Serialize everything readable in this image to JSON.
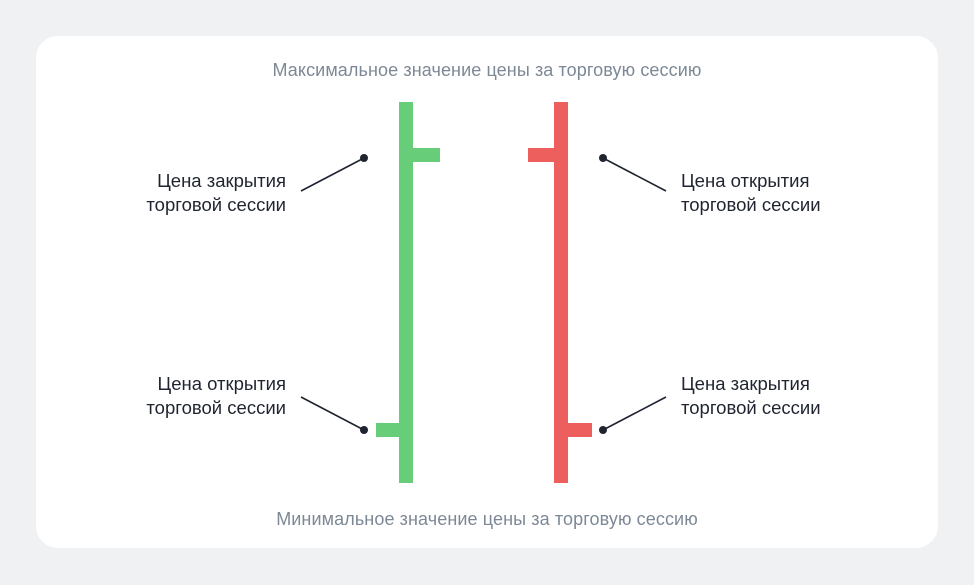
{
  "captions": {
    "top": "Максимальное значение цены за торговую сессию",
    "bottom": "Минимальное значение цены за торговую сессию"
  },
  "labels": {
    "green_close": {
      "line1": "Цена закрытия",
      "line2": "торговой сессии"
    },
    "green_open": {
      "line1": "Цена открытия",
      "line2": "торговой сессии"
    },
    "red_open": {
      "line1": "Цена открытия",
      "line2": "торговой сессии"
    },
    "red_close": {
      "line1": "Цена закрытия",
      "line2": "торговой сессии"
    }
  },
  "colors": {
    "up_bar": "#67cd78",
    "down_bar": "#ec5f5c",
    "pointer": "#1f2430"
  }
}
